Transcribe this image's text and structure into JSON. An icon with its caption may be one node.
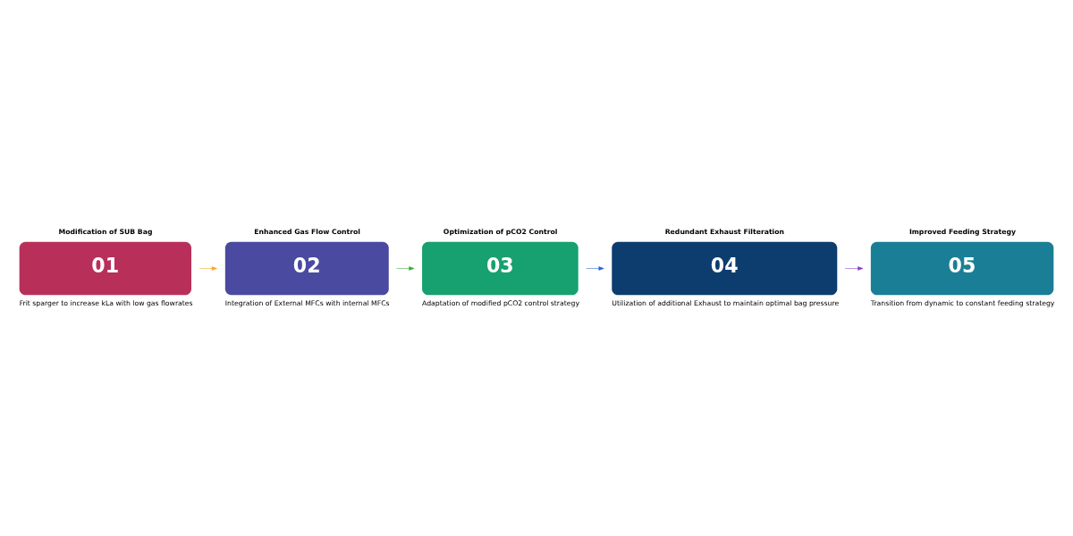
{
  "diagram": {
    "nodes": [
      {
        "text": [
          "Modification of SUB Bag",
          "01"
        ],
        "beside": [
          "Frit sparger to increase kLa with low gas flowrates"
        ]
      },
      {
        "text": [
          "Enhanced Gas Flow Control",
          "02"
        ],
        "beside": [
          "Integration of External MFCs with internal MFCs"
        ]
      },
      {
        "text": [
          "Optimization of pCO2 Control",
          "03"
        ],
        "beside": [
          "Adaptation of modified pCO2 control strategy"
        ]
      },
      {
        "text": [
          "Redundant Exhaust Filteration",
          "04"
        ],
        "beside": [
          "Utilization of additional Exhaust to maintain optimal bag pressure"
        ]
      },
      {
        "text": [
          "Improved Feeding Strategy",
          "05"
        ],
        "beside": [
          "Transition from dynamic to constant feeding strategy"
        ]
      }
    ],
    "edges": [
      {
        "from": 0,
        "to": 1,
        "arrow": "to",
        "color": "#f5a623"
      },
      {
        "from": 1,
        "to": 2,
        "arrow": "to",
        "color": "#3aa63a"
      },
      {
        "from": 2,
        "to": 3,
        "arrow": "to",
        "color": "#2a5fd6"
      },
      {
        "from": 3,
        "to": 4,
        "arrow": "to",
        "color": "#8a3ac8"
      }
    ]
  }
}
